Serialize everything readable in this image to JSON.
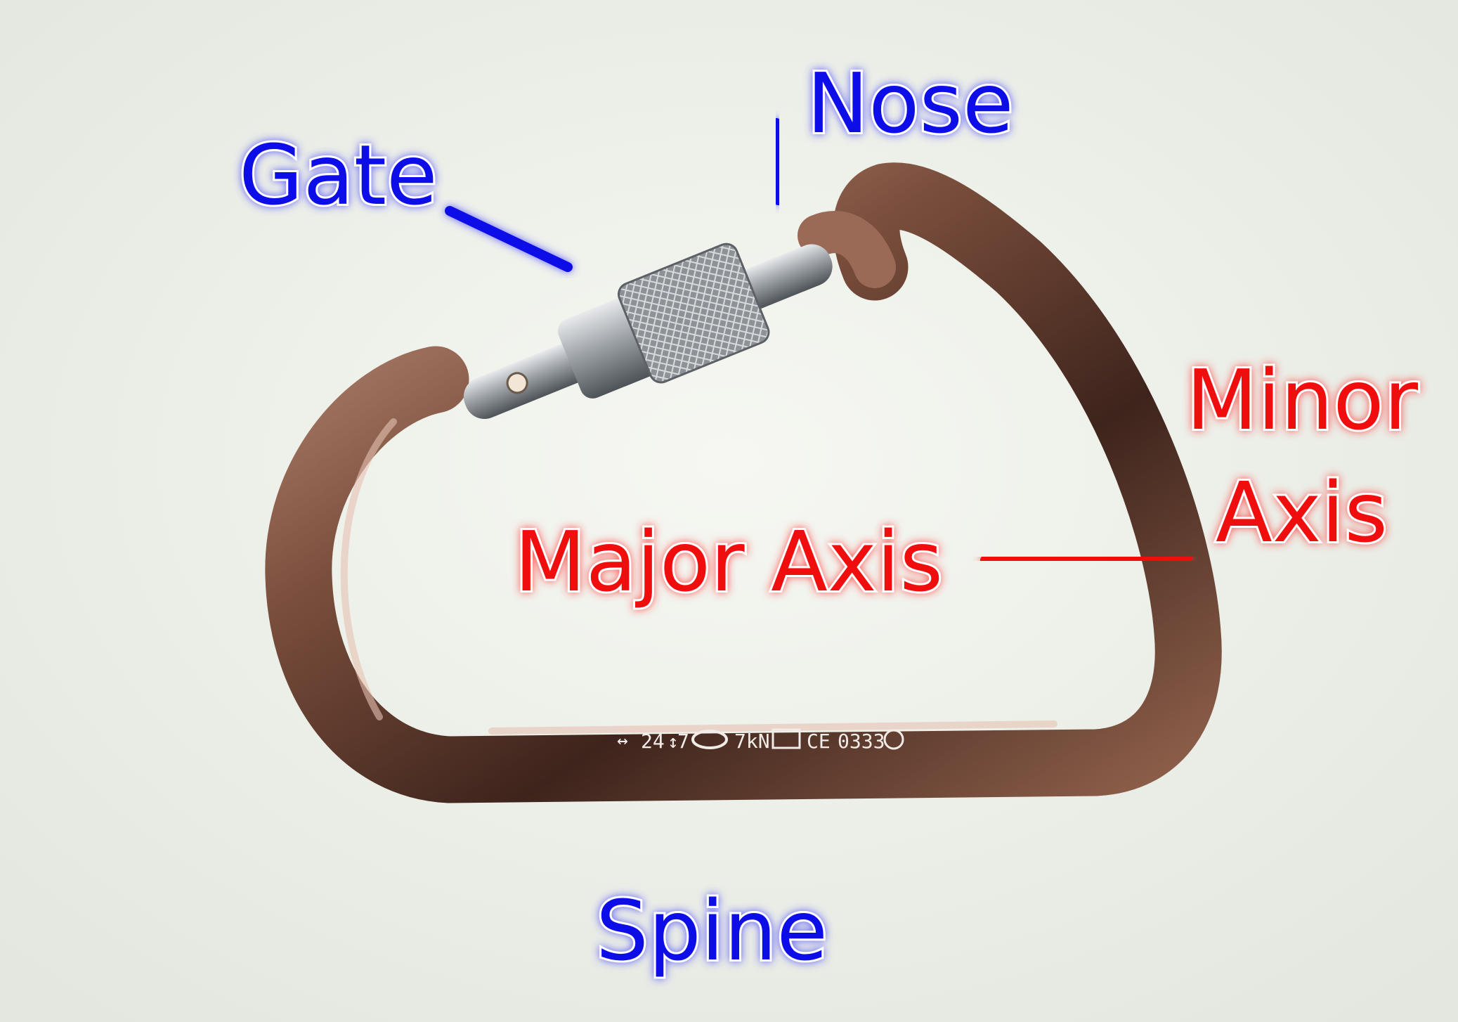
{
  "labels": {
    "gate": "Gate",
    "nose": "Nose",
    "spine": "Spine",
    "major_axis": "Major Axis",
    "minor_axis_line1": "Minor",
    "minor_axis_line2": "Axis"
  },
  "stamp": {
    "major_strength": "24",
    "minor_strength": "7",
    "gate_open_strength": "7kN",
    "ce_mark": "CE",
    "cert_number": "0333"
  },
  "colors": {
    "background": "#eef0ea",
    "structural_labels": "#1010e8",
    "axis_labels": "#f01010",
    "carabiner_body": "#7a4e3c",
    "gate_metal": "#b8bcc0"
  }
}
